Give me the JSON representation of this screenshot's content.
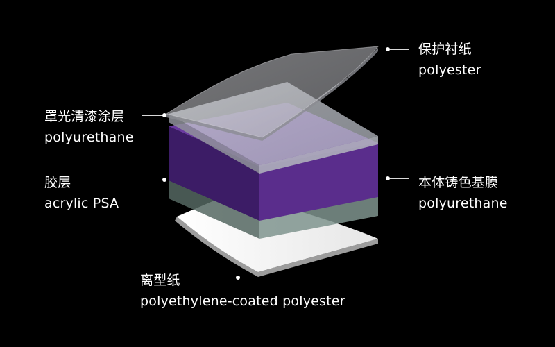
{
  "layers": [
    {
      "id": "liner",
      "label_zh": "保护衬纸",
      "label_en": "polyester"
    },
    {
      "id": "topcoat",
      "label_zh": "罩光清漆涂层",
      "label_en": "polyurethane"
    },
    {
      "id": "base",
      "label_zh": "本体铸色基膜",
      "label_en": "polyurethane"
    },
    {
      "id": "adhesive",
      "label_zh": "胶层",
      "label_en": "acrylic PSA"
    },
    {
      "id": "release",
      "label_zh": "离型纸",
      "label_en": "polyethylene-coated polyester"
    }
  ],
  "colors": {
    "background": "#000000",
    "base_film": "#5a2d8c",
    "liner": "#bfc0c6",
    "topcoat": "#c9ccd2",
    "adhesive": "#8ea19b",
    "release": "#f2f2f2"
  }
}
